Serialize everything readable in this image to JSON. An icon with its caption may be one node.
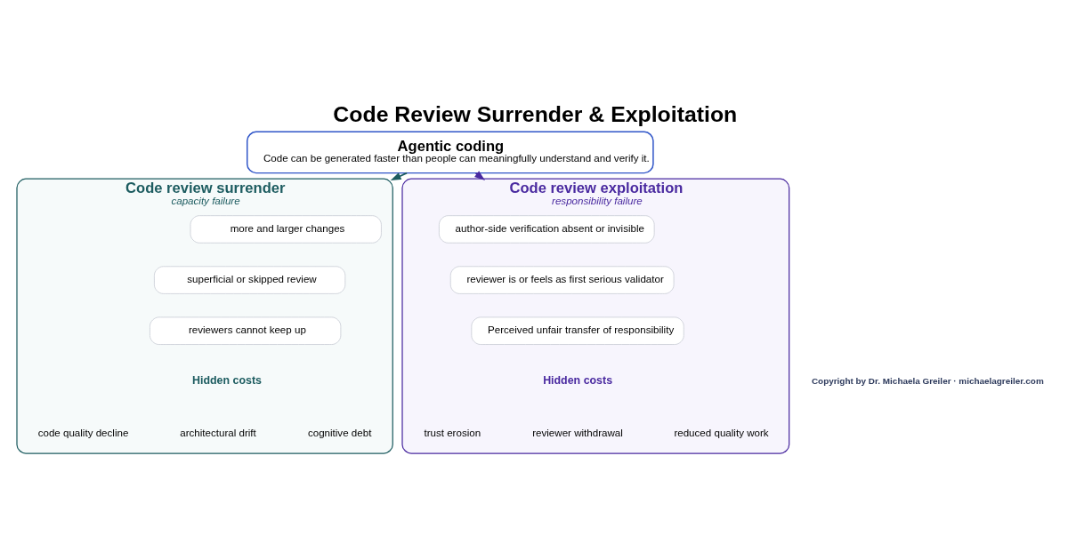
{
  "diagram": {
    "title": "Code Review Surrender & Exploitation",
    "nodes": [
      {
        "text": [
          "Agentic coding",
          "Code can be generated faster than people can meaningfully understand and verify it."
        ]
      },
      {
        "text": [
          "Code review surrender",
          "capacity failure"
        ]
      },
      {
        "text": [
          "more and larger changes"
        ],
        "in": 1
      },
      {
        "text": [
          "superficial or skipped review"
        ],
        "in": 1
      },
      {
        "text": [
          "reviewers cannot keep up"
        ],
        "in": 1
      },
      {
        "text": [
          "Code review exploitation",
          "responsibility failure"
        ]
      },
      {
        "text": [
          "author-side verification absent or invisible"
        ],
        "in": 5
      },
      {
        "text": [
          "reviewer is or feels as first serious validator"
        ],
        "in": 5
      },
      {
        "text": [
          "Perceived unfair transfer of responsibility"
        ],
        "in": 5
      }
    ],
    "edges": [
      {
        "from": 0,
        "to": 1,
        "arrow": "to",
        "color": "#1d5c60"
      },
      {
        "from": 0,
        "to": 5,
        "arrow": "to",
        "color": "#4a2aa0"
      }
    ],
    "labels": [
      "Hidden costs",
      "code quality decline",
      "architectural drift",
      "cognitive debt",
      "Hidden costs",
      "trust erosion",
      "reviewer withdrawal",
      "reduced quality work",
      "Copyright by Dr. Michaela Greiler · michaelagreiler.com"
    ]
  }
}
